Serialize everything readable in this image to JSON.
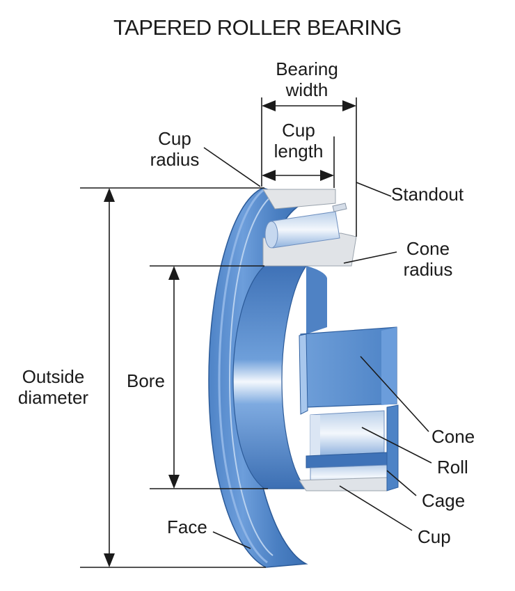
{
  "title": "TAPERED ROLLER BEARING",
  "labels": {
    "bearing_width": [
      "Bearing",
      "width"
    ],
    "cup_length": [
      "Cup",
      "length"
    ],
    "cup_radius": [
      "Cup",
      "radius"
    ],
    "standout": "Standout",
    "cone_radius": [
      "Cone",
      "radius"
    ],
    "outside_diameter": [
      "Outside",
      "diameter"
    ],
    "bore": "Bore",
    "cone": "Cone",
    "roll": "Roll",
    "cage": "Cage",
    "cup": "Cup",
    "face": "Face"
  },
  "colors": {
    "bearing_blue": "#5b8fd0",
    "bearing_dark": "#2f5f9f",
    "bearing_light": "#a9c6ea",
    "highlight": "#eef4fb",
    "cup_gray": "#dfe2e6",
    "line": "#1a1a1a"
  }
}
